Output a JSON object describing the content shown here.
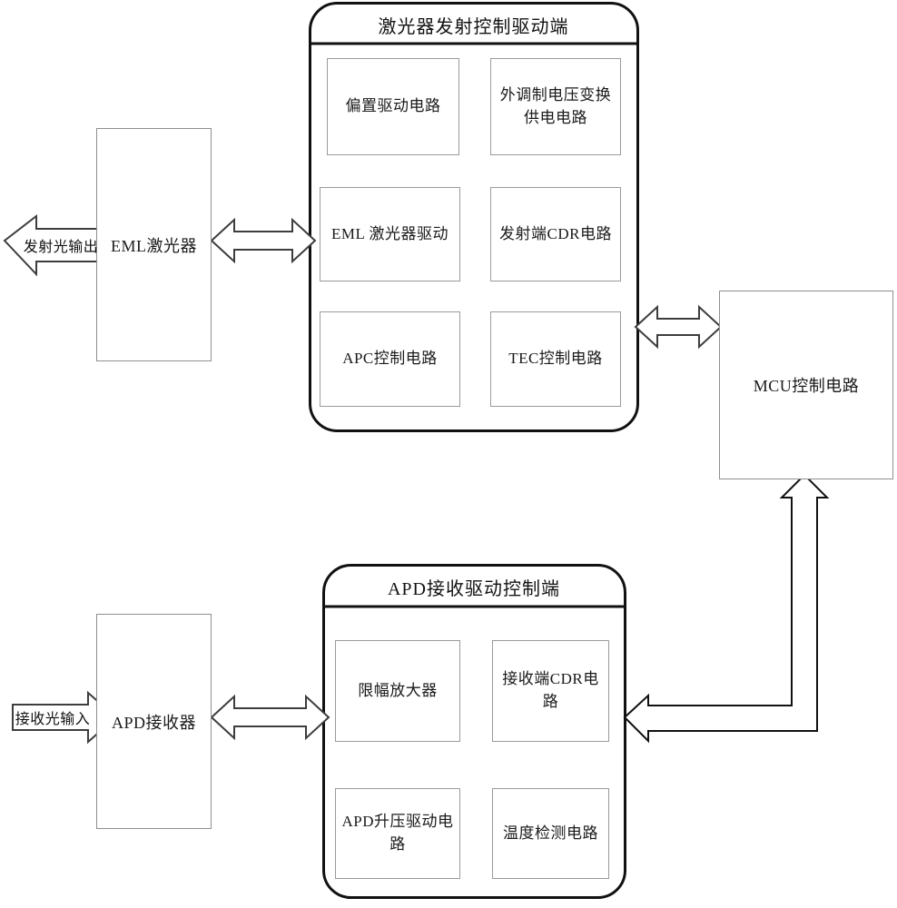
{
  "diagram": {
    "title_transmit": "激光器发射控制驱动端",
    "title_receive": "APD接收驱动控制端",
    "transmit_blocks": [
      "偏置驱动电路",
      "外调制电压变换供电电路",
      "EML 激光器驱动",
      "发射端CDR电路",
      "APC控制电路",
      "TEC控制电路"
    ],
    "receive_blocks": [
      "限幅放大器",
      "接收端CDR电路",
      "APD升压驱动电路",
      "温度检测电路"
    ],
    "laser_block": "EML激光器",
    "apd_block": "APD接收器",
    "mcu_block": "MCU控制电路",
    "optical_out_label": "发射光输出",
    "optical_in_label": "接收光输入",
    "colors": {
      "outline_dark": "#111111",
      "outline_gray": "#8f8f8f",
      "sub_outline": "#9a9a9a",
      "background": "#ffffff"
    }
  }
}
